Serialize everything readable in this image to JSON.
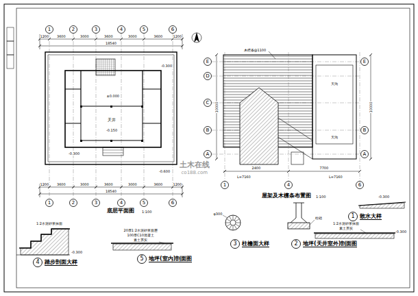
{
  "diagram": {
    "nodes": [
      {
        "text": [
          "1"
        ]
      },
      {
        "text": [
          "2"
        ]
      },
      {
        "text": [
          "3"
        ]
      },
      {
        "text": [
          "4"
        ]
      },
      {
        "text": [
          "5"
        ]
      },
      {
        "text": [
          "6"
        ]
      },
      {
        "text": [
          "1"
        ]
      },
      {
        "text": [
          "2"
        ]
      },
      {
        "text": [
          "3"
        ]
      },
      {
        "text": [
          "4"
        ]
      },
      {
        "text": [
          "5"
        ]
      },
      {
        "text": [
          "6"
        ]
      },
      {
        "text": [
          "E"
        ]
      },
      {
        "text": [
          "D"
        ]
      },
      {
        "text": [
          "C"
        ]
      },
      {
        "text": [
          "B"
        ]
      },
      {
        "text": [
          "A"
        ]
      },
      {
        "text": [
          "E"
        ]
      },
      {
        "text": [
          "B"
        ]
      },
      {
        "text": [
          "A"
        ]
      },
      {
        "text": [
          "1"
        ]
      },
      {
        "text": [
          "4"
        ]
      },
      {
        "text": [
          "6"
        ]
      },
      {
        "text": [
          "1",
          "散水大样"
        ]
      },
      {
        "text": [
          "2",
          "地坪(天井室外)剖面图"
        ]
      },
      {
        "text": [
          "3",
          "柱檐面大样"
        ]
      },
      {
        "text": [
          "4",
          "踏步剖面大样"
        ]
      },
      {
        "text": [
          "5",
          "地坪(室内)剖面图"
        ]
      }
    ],
    "labels": [
      "1200",
      "3600",
      "3000",
      "3600",
      "3000",
      "3600",
      "1200",
      "18540",
      "1200",
      "3600",
      "3000",
      "3600",
      "3000",
      "3600",
      "1200",
      "18540",
      "±0.000",
      "-0.300",
      "-0.150",
      "天井",
      "-0.300",
      "-0.600",
      "底层平面图",
      "1:100",
      "木檩条@1100",
      "10000",
      "10000",
      "2400",
      "7700",
      "L=7160",
      "L=7160",
      "天沟",
      "天沟",
      "屋架及木檩条布置图",
      "1:100",
      "1:2水泥砂浆抹面",
      "-0.300",
      "20厚1:2水泥砂浆面层",
      "100厚C10混凝土",
      "素土夯实",
      "φ300",
      "柱础",
      "1:2水泥砂浆抹面",
      "素土夯实",
      "-0.300",
      "-0.300",
      "土木在线",
      "co188.com"
    ]
  }
}
